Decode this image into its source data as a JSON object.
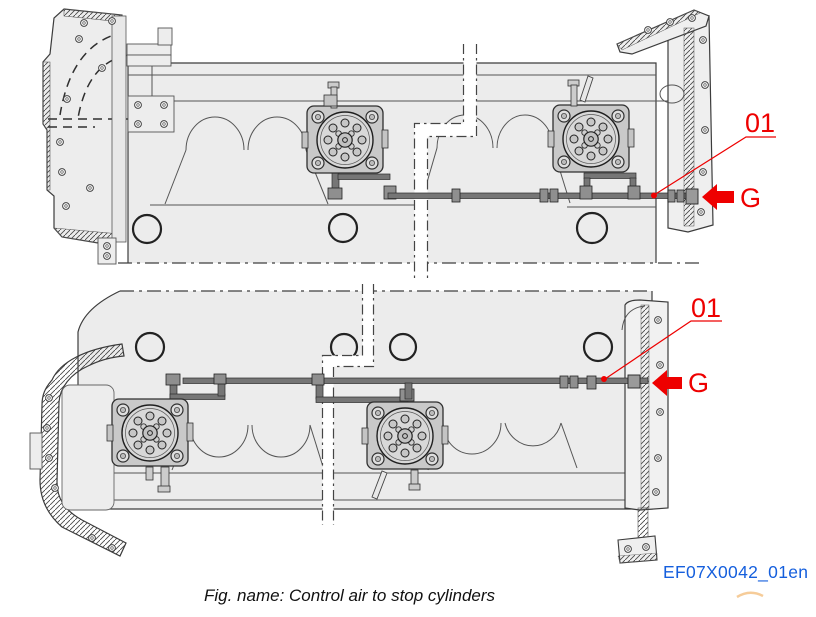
{
  "figure": {
    "caption": "Fig. name: Control air to stop cylinders",
    "reference_code": "EF07X0042_01en",
    "views": {
      "top": {
        "callout_item": "01",
        "port_label": "G"
      },
      "bottom": {
        "callout_item": "01",
        "port_label": "G"
      }
    },
    "colors": {
      "annotation": "#ee0000",
      "reference": "#155fdd",
      "block_fill": "#ececec",
      "outline": "#3c3c3c",
      "pipe": "#767676",
      "watermark": "#f5c68e"
    }
  }
}
